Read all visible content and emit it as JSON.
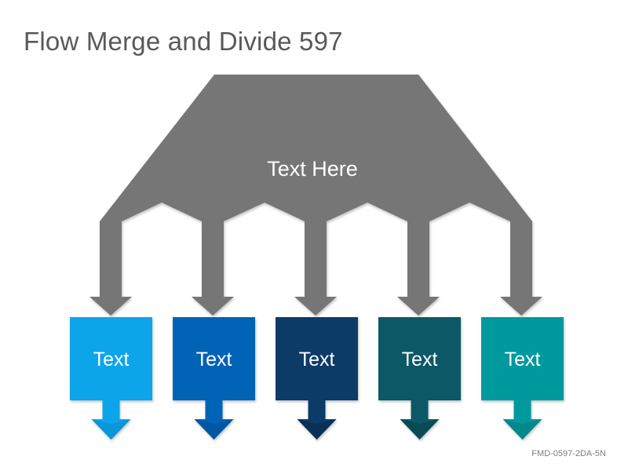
{
  "slide": {
    "title": "Flow Merge and Divide 597",
    "code": "FMD-0597-2DA-5N"
  },
  "hub": {
    "label": "Text Here",
    "color": "#767676"
  },
  "boxes": [
    {
      "label": "Text",
      "color": "#0ea5ea",
      "shadow": "#0a8bc9"
    },
    {
      "label": "Text",
      "color": "#0563b5",
      "shadow": "#044f91"
    },
    {
      "label": "Text",
      "color": "#0b3a68",
      "shadow": "#072947"
    },
    {
      "label": "Text",
      "color": "#0b5866",
      "shadow": "#073f49"
    },
    {
      "label": "Text",
      "color": "#06999e",
      "shadow": "#04787c"
    }
  ]
}
